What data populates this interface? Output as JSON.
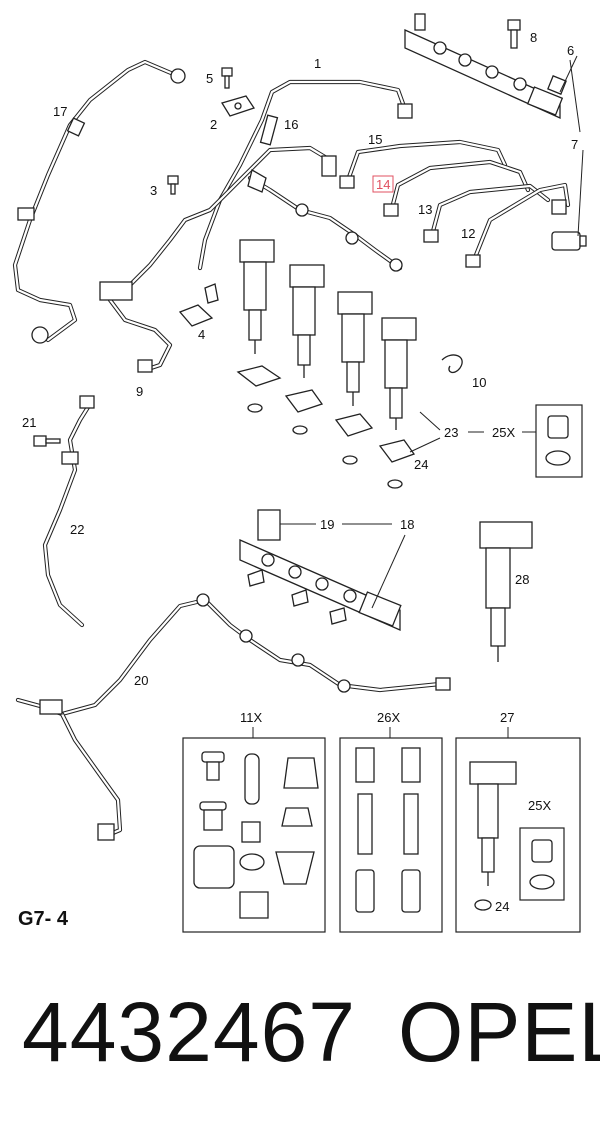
{
  "diagram": {
    "callouts": [
      {
        "id": "c1",
        "text": "1"
      },
      {
        "id": "c2",
        "text": "2"
      },
      {
        "id": "c3",
        "text": "3"
      },
      {
        "id": "c4",
        "text": "4"
      },
      {
        "id": "c5",
        "text": "5"
      },
      {
        "id": "c6",
        "text": "6"
      },
      {
        "id": "c7",
        "text": "7"
      },
      {
        "id": "c8",
        "text": "8"
      },
      {
        "id": "c9",
        "text": "9"
      },
      {
        "id": "c10",
        "text": "10"
      },
      {
        "id": "c12",
        "text": "12"
      },
      {
        "id": "c13",
        "text": "13"
      },
      {
        "id": "c14",
        "text": "14"
      },
      {
        "id": "c15",
        "text": "15"
      },
      {
        "id": "c16",
        "text": "16"
      },
      {
        "id": "c17",
        "text": "17"
      },
      {
        "id": "c18",
        "text": "18"
      },
      {
        "id": "c19",
        "text": "19"
      },
      {
        "id": "c20",
        "text": "20"
      },
      {
        "id": "c21",
        "text": "21"
      },
      {
        "id": "c22",
        "text": "22"
      },
      {
        "id": "c23",
        "text": "23"
      },
      {
        "id": "c24a",
        "text": "24"
      },
      {
        "id": "c25xa",
        "text": "25X"
      },
      {
        "id": "c28",
        "text": "28"
      },
      {
        "id": "c11x",
        "text": "11X"
      },
      {
        "id": "c26x",
        "text": "26X"
      },
      {
        "id": "c27",
        "text": "27"
      },
      {
        "id": "c25xb",
        "text": "25X"
      },
      {
        "id": "c24b",
        "text": "24"
      }
    ],
    "highlight_color": "#e05060",
    "figure_code": "G7- 4"
  },
  "footer": {
    "part_number": "4432467",
    "brand": "OPEL"
  }
}
